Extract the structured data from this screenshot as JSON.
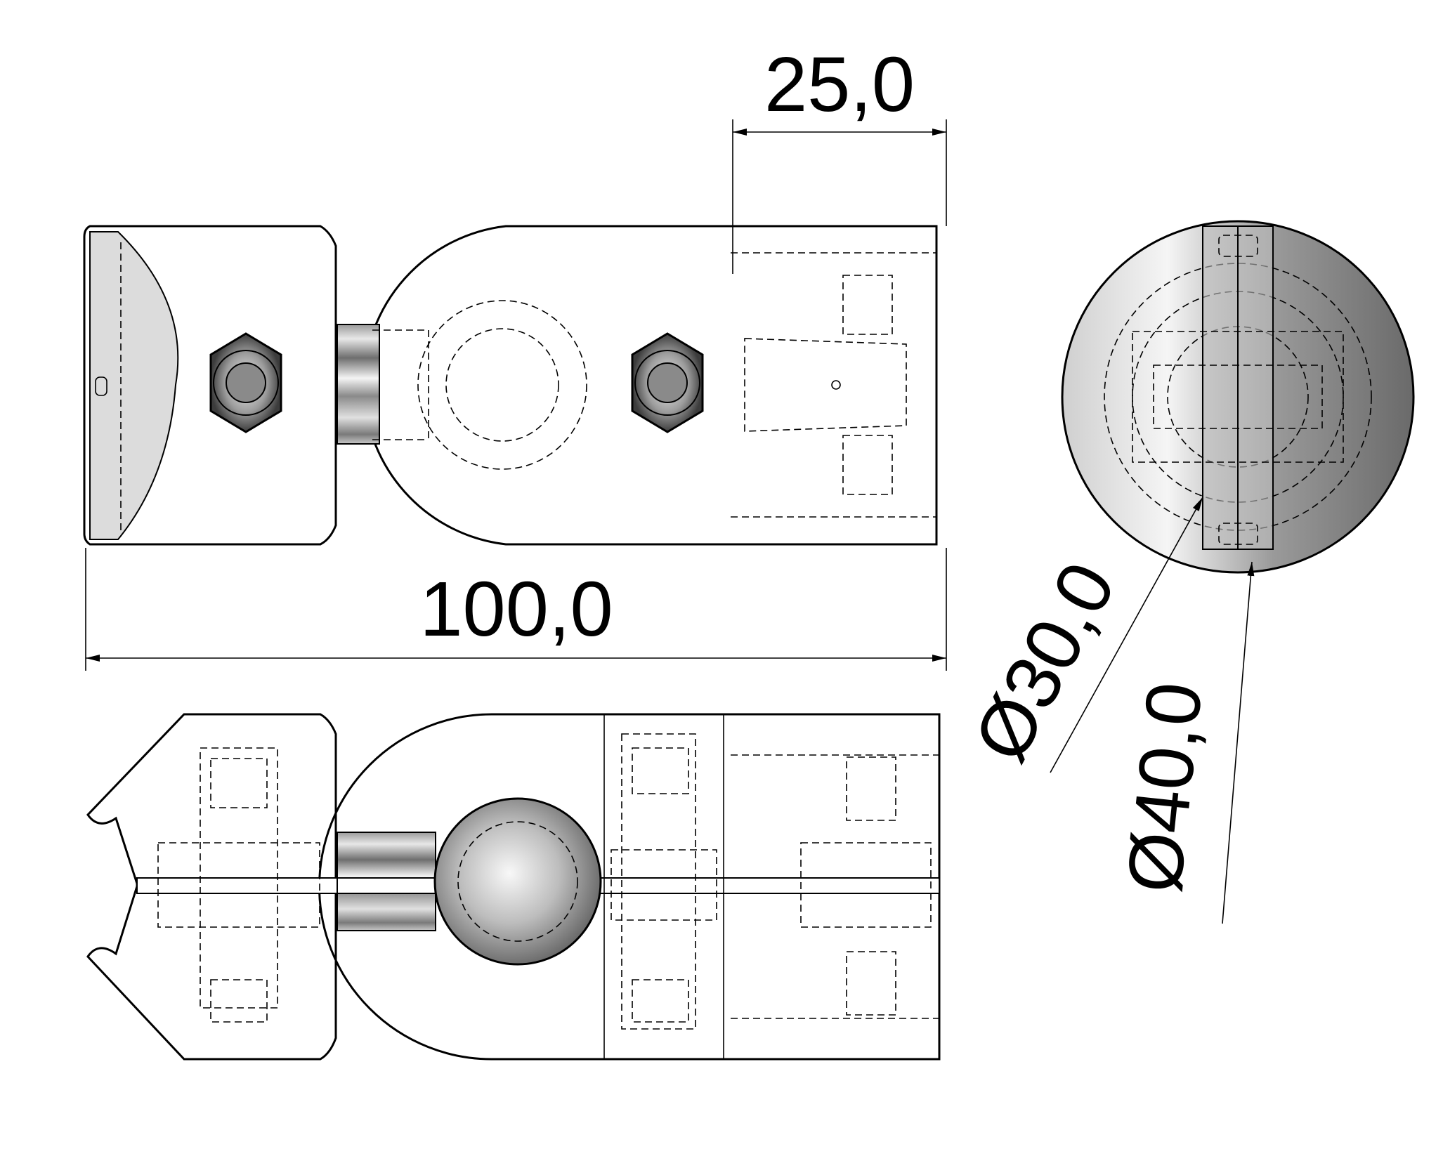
{
  "dimensions": {
    "top_width": "25,0",
    "overall_length": "100,0",
    "diameter_small": "Ø30,0",
    "diameter_large": "Ø40,0"
  },
  "colors": {
    "line": "#000000",
    "metal_light": "#f2f2f2",
    "metal_mid": "#b8b8b8",
    "metal_dark": "#5a5a5a",
    "background": "#ffffff"
  }
}
